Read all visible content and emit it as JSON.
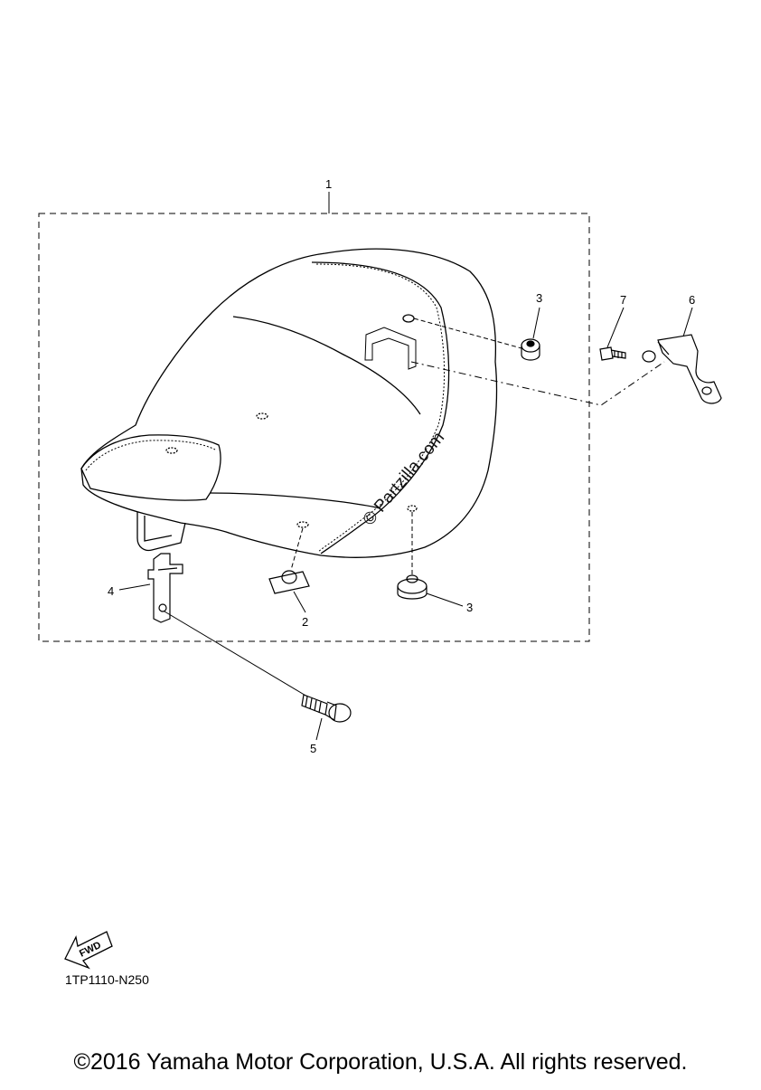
{
  "callouts": {
    "c1": "1",
    "c2": "2",
    "c3a": "3",
    "c3b": "3",
    "c4": "4",
    "c5": "5",
    "c6": "6",
    "c7": "7"
  },
  "fwd_label": "FWD",
  "watermark": "© Partzilla.com",
  "diagram_code": "1TP1110-N250",
  "copyright": "©2016 Yamaha Motor Corporation, U.S.A. All rights reserved.",
  "icons": {
    "fwd_arrow": "fwd-arrow-icon"
  }
}
